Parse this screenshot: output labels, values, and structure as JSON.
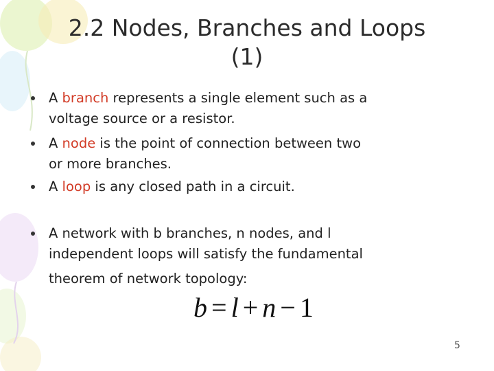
{
  "slide": {
    "title_line1": "2.2 Nodes, Branches and Loops",
    "title_line2": "(1)",
    "bullets": [
      {
        "line1_pre": "A ",
        "line1_term": "branch",
        "line1_post": " represents a single element such as a",
        "line2": "voltage source or a resistor."
      },
      {
        "line1_pre": "A ",
        "line1_term": "node",
        "line1_post": " is the point of connection between two",
        "line2": "or more branches."
      },
      {
        "line1_pre": "A ",
        "line1_term": "loop",
        "line1_post": " is any closed path in a circuit."
      }
    ],
    "topology_bullet": {
      "line1": "A network with b branches, n nodes, and l",
      "line2": "independent loops will satisfy the fundamental",
      "line3": "theorem of network topology:"
    },
    "equation": {
      "lhs": "b",
      "eq": "=",
      "t1": "l",
      "plus": "+",
      "t2": "n",
      "minus": "−",
      "t3": "1"
    },
    "page_number": "5"
  },
  "colors": {
    "highlight": "#d23b26",
    "text": "#222222",
    "decoration_balloons": [
      "#dcefb0",
      "#f4e8a8",
      "#c9e2f5",
      "#ead7f2"
    ]
  }
}
